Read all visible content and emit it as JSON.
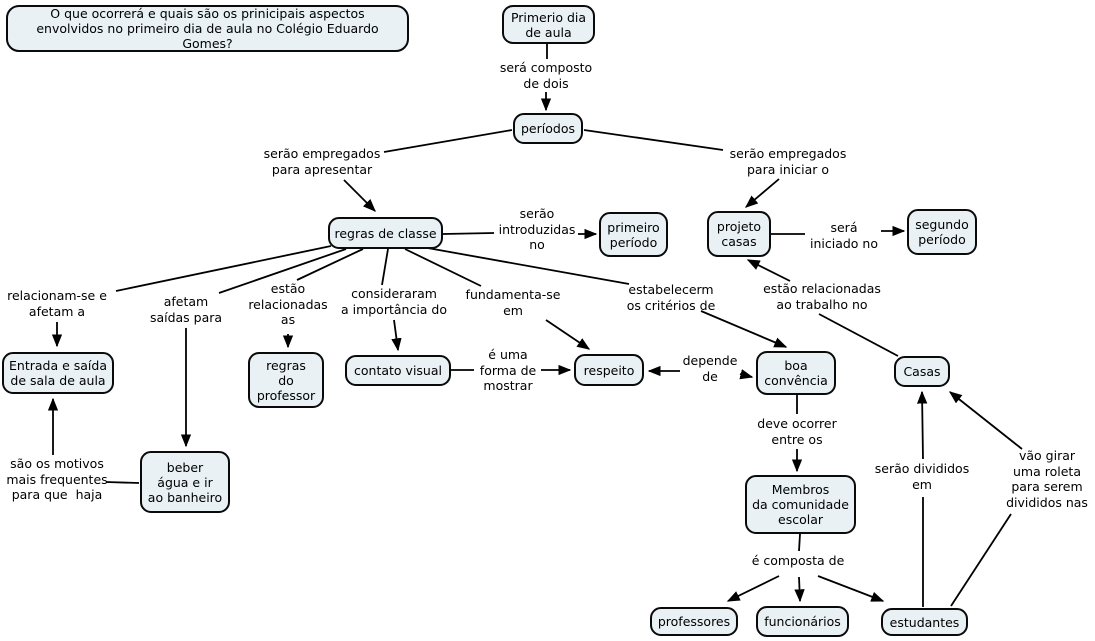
{
  "colors": {
    "background": "#ffffff",
    "node_fill": "#e9f1f5",
    "node_border": "#0a0a0a",
    "line": "#000000"
  },
  "nodes": {
    "question": {
      "label": "O que ocorrerá e quais são os prinicipais aspectos\nenvolvidos no primeiro dia de aula no Colégio Eduardo Gomes?"
    },
    "primeiro_dia": {
      "label": "Primerio dia\nde aula"
    },
    "periodos": {
      "label": "períodos"
    },
    "regras_classe": {
      "label": "regras de classe"
    },
    "primeiro_periodo": {
      "label": "primeiro\nperíodo"
    },
    "projeto_casas": {
      "label": "projeto\ncasas"
    },
    "segundo_periodo": {
      "label": "segundo\nperíodo"
    },
    "entrada_saida": {
      "label": "Entrada e saída\nde sala de aula"
    },
    "regras_professor": {
      "label": "regras\ndo\nprofessor"
    },
    "contato_visual": {
      "label": "contato visual"
    },
    "respeito": {
      "label": "respeito"
    },
    "boa_convencia": {
      "label": "boa\nconvência"
    },
    "casas": {
      "label": "Casas"
    },
    "beber_agua": {
      "label": "beber\nágua e ir\nao banheiro"
    },
    "membros": {
      "label": "Membros\nda comunidade\nescolar"
    },
    "professores": {
      "label": "professores"
    },
    "funcionarios": {
      "label": "funcionários"
    },
    "estudantes": {
      "label": "estudantes"
    }
  },
  "edge_labels": {
    "sera_composto": {
      "label": "será composto\nde dois"
    },
    "empregados_apresentar": {
      "label": "serão empregados\npara apresentar"
    },
    "empregados_iniciar": {
      "label": "serão empregados\npara iniciar o"
    },
    "introduzidas": {
      "label": "serão\nintroduzidas\nno"
    },
    "iniciado": {
      "label": "será\niniciado no"
    },
    "relacionam": {
      "label": "relacionam-se e\nafetam a"
    },
    "afetam": {
      "label": "afetam\nsaídas para"
    },
    "relacionadas_as": {
      "label": "estão\nrelacionadas\nas"
    },
    "consideraram": {
      "label": "consideraram\na importância do"
    },
    "fundamenta": {
      "label": "fundamenta-se\nem"
    },
    "estabelecerm": {
      "label": "estabelecerm\nos critérios de"
    },
    "relacionadas_trabalho": {
      "label": "estão relacionadas\nao trabalho no"
    },
    "e_uma_forma": {
      "label": "é uma\nforma de\nmostrar"
    },
    "depende": {
      "label": "depende\nde"
    },
    "deve_ocorrer": {
      "label": "deve ocorrer\nentre os"
    },
    "sao_motivos": {
      "label": "são os motivos\nmais frequentes\npara que  haja"
    },
    "serao_divididos": {
      "label": "serão divididos\nem"
    },
    "vao_girar": {
      "label": "vão girar\numa roleta\npara serem\ndivididos nas"
    },
    "e_composta": {
      "label": "é composta de"
    }
  },
  "connections": [
    {
      "from": "Primerio dia de aula",
      "label": "será composto de dois",
      "to": "períodos"
    },
    {
      "from": "períodos",
      "label": "serão empregados para apresentar",
      "to": "regras de classe"
    },
    {
      "from": "períodos",
      "label": "serão empregados para iniciar o",
      "to": "projeto casas"
    },
    {
      "from": "regras de classe",
      "label": "serão introduzidas no",
      "to": "primeiro período"
    },
    {
      "from": "projeto casas",
      "label": "será iniciado no",
      "to": "segundo período"
    },
    {
      "from": "regras de classe",
      "label": "relacionam-se e afetam a",
      "to": "Entrada e saída de sala de aula"
    },
    {
      "from": "regras de classe",
      "label": "afetam saídas para",
      "to": "beber água e ir ao banheiro"
    },
    {
      "from": "regras de classe",
      "label": "estão relacionadas as",
      "to": "regras do professor"
    },
    {
      "from": "regras de classe",
      "label": "consideraram a importância do",
      "to": "contato visual"
    },
    {
      "from": "regras de classe",
      "label": "fundamenta-se em",
      "to": "respeito"
    },
    {
      "from": "regras de classe",
      "label": "estabelecerm os critérios de",
      "to": "boa convência"
    },
    {
      "from": "Casas",
      "label": "estão relacionadas ao trabalho no",
      "to": "projeto casas"
    },
    {
      "from": "contato visual",
      "label": "é uma forma de mostrar",
      "to": "respeito"
    },
    {
      "from": "boa convência",
      "label": "depende de",
      "to": "respeito"
    },
    {
      "from": "boa convência",
      "label": "deve ocorrer entre os",
      "to": "Membros da comunidade escolar"
    },
    {
      "from": "Membros da comunidade escolar",
      "label": "é composta de",
      "to": "professores"
    },
    {
      "from": "Membros da comunidade escolar",
      "label": "é composta de",
      "to": "funcionários"
    },
    {
      "from": "Membros da comunidade escolar",
      "label": "é composta de",
      "to": "estudantes"
    },
    {
      "from": "beber água e ir ao banheiro",
      "label": "são os motivos mais frequentes para que haja",
      "to": "Entrada e saída de sala de aula"
    },
    {
      "from": "estudantes",
      "label": "serão divididos em",
      "to": "Casas"
    },
    {
      "from": "estudantes",
      "label": "vão girar uma roleta para serem divididos nas",
      "to": "Casas"
    }
  ]
}
